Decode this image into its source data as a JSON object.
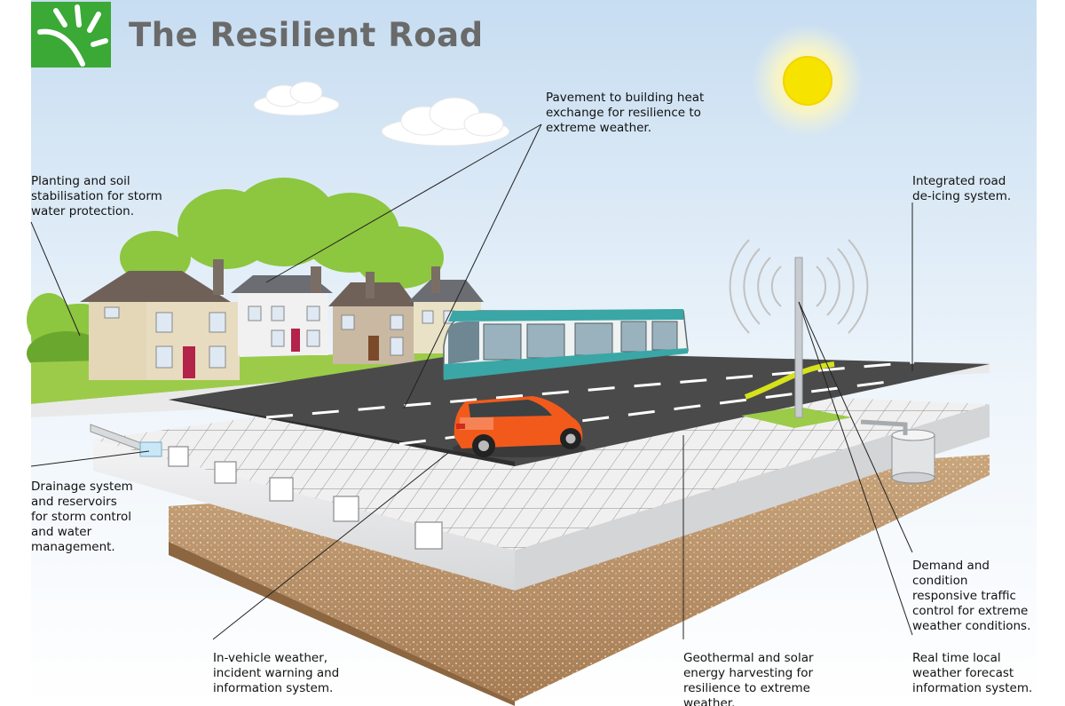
{
  "title": "The Resilient Road",
  "logo": {
    "icon": "sun-rays-logo-icon",
    "color": "#3aa935"
  },
  "labels": {
    "heat_exchange": "Pavement to building heat\nexchange for resilience to\nextreme weather.",
    "planting": "Planting and soil\nstabilisation for storm\nwater protection.",
    "deicing": "Integrated road\nde-icing system.",
    "drainage": "Drainage system\nand reservoirs\nfor storm control\nand water\nmanagement.",
    "traffic_control": "Demand and\ncondition\nresponsive traffic\ncontrol for extreme\nweather conditions.",
    "in_vehicle": "In-vehicle weather,\nincident warning and\ninformation system.",
    "geothermal": "Geothermal and solar\nenergy harvesting for\nresilience to extreme\nweather.",
    "forecast": "Real time local\nweather forecast\ninformation system."
  },
  "colors": {
    "sky_top": "#cfe3f4",
    "sun": "#f6e400",
    "road": "#4a4a4a",
    "slab": "#e9e9ea",
    "soil": "#b08a62",
    "grass": "#8dbf3c",
    "car": "#f25a1c",
    "tram": "#3aa6a6"
  }
}
